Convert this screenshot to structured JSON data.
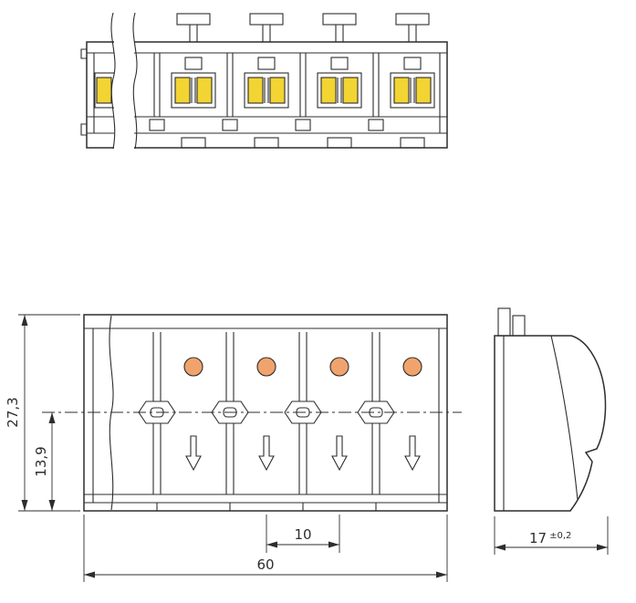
{
  "dimensions": {
    "overall_height_mm": "27,3",
    "centerline_height_mm": "13,9",
    "pitch_mm": "10",
    "overall_width_mm": "60",
    "depth_mm": "17",
    "depth_tolerance": "±0,2"
  },
  "colors": {
    "line": "#2d2d2d",
    "contact_yellow": "#f2d433",
    "button_orange": "#f0a36c",
    "background": "#ffffff"
  }
}
